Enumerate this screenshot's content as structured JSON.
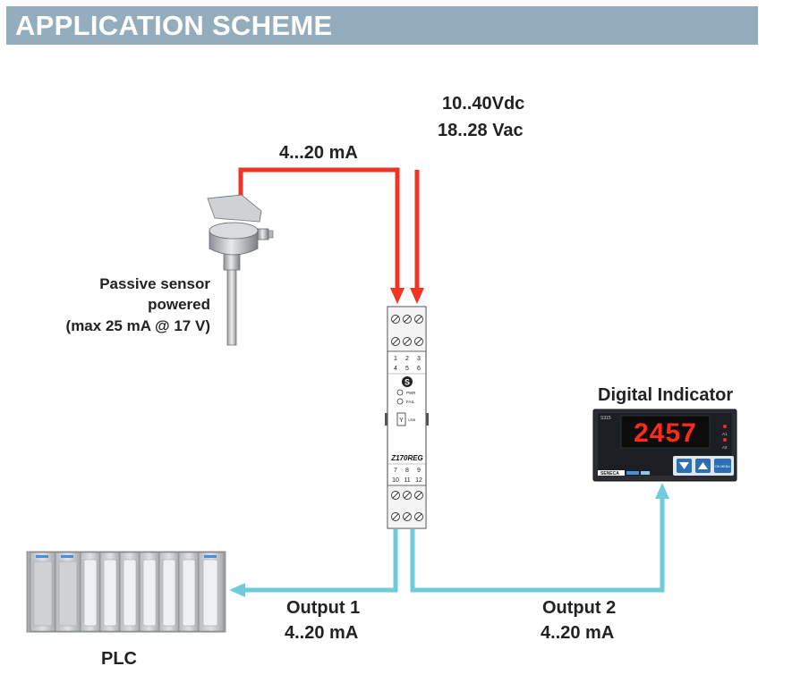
{
  "header": {
    "title": "APPLICATION SCHEME"
  },
  "labels": {
    "supply_line1": "10..40Vdc",
    "supply_line2": "18..28 Vac",
    "input_current": "4...20 mA",
    "sensor_line1": "Passive sensor",
    "sensor_line2": "powered",
    "sensor_line3": "(max 25 mA @ 17 V)",
    "indicator_title": "Digital Indicator",
    "output1_line1": "Output 1",
    "output1_line2": "4..20 mA",
    "output2_line1": "Output 2",
    "output2_line2": "4..20 mA",
    "plc": "PLC"
  },
  "module": {
    "model": "Z170REG",
    "brand_mark": "S",
    "top_terminals": [
      "1",
      "2",
      "3",
      "4",
      "5",
      "6"
    ],
    "bottom_terminals": [
      "7",
      "8",
      "9",
      "10",
      "11",
      "12"
    ],
    "led_pwr": "PWR",
    "led_fail": "FAIL",
    "switch_label": "USB"
  },
  "indicator": {
    "display_value": "2457",
    "brand_top": "S315",
    "brand_bottom": "SENECA",
    "alarm1": "A1",
    "alarm2": "A2",
    "ok_button": "OK MENU"
  },
  "colors": {
    "header_bg": "#93adbd",
    "input_wire": "#ee3524",
    "output_wire": "#6fcbdc",
    "display_digits": "#ff2a1a"
  }
}
